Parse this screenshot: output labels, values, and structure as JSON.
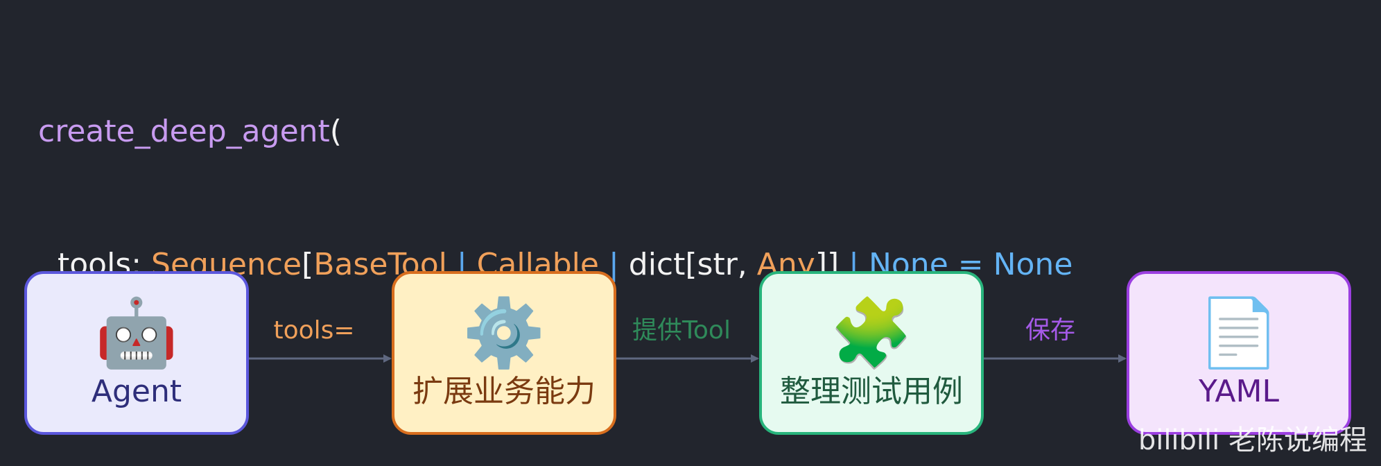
{
  "code": {
    "line1": {
      "func": "create_deep_agent",
      "paren": "("
    },
    "line2": {
      "indent": "  tools: ",
      "seq": "Sequence",
      "lb": "[",
      "t1": "BaseTool",
      "pipe1": " | ",
      "t2": "Callable",
      "pipe2": " | ",
      "t3": "dict[str, ",
      "t4": "Any",
      "rb": "]]",
      "pipe3": " | ",
      "none": "None = None"
    },
    "line3": ")"
  },
  "nodes": [
    {
      "id": "agent",
      "icon": "🤖",
      "label": "Agent"
    },
    {
      "id": "tools",
      "icon": "⚙️",
      "label": "扩展业务能力"
    },
    {
      "id": "cases",
      "icon": "🧩",
      "label": "整理测试用例"
    },
    {
      "id": "yaml",
      "icon": "📄",
      "label": "YAML"
    }
  ],
  "edges": [
    {
      "label": "tools="
    },
    {
      "label": "提供Tool"
    },
    {
      "label": "保存"
    }
  ],
  "watermark": "bilibili 老陈说编程",
  "colors": {
    "background": "#22252d",
    "arrow": "#5f6880"
  }
}
